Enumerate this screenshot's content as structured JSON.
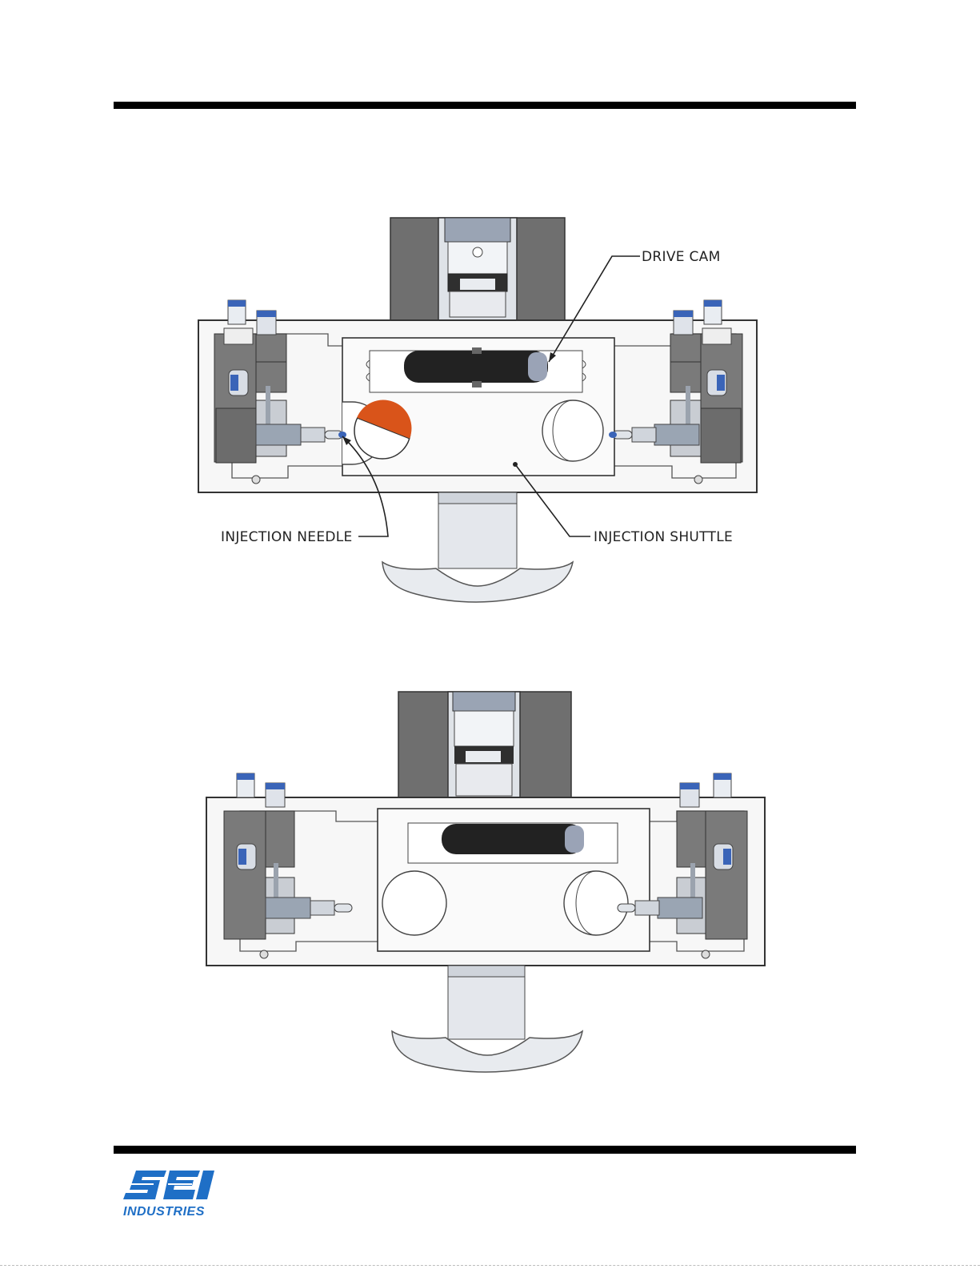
{
  "figure_top": {
    "labels": {
      "drive_cam": "DRIVE CAM",
      "injection_needle": "INJECTION NEEDLE",
      "injection_shuttle": "INJECTION SHUTTLE"
    }
  },
  "logo": {
    "main": "SEI",
    "sub": "INDUSTRIES",
    "color": "#1f6fc6"
  },
  "colors": {
    "ball_orange": "#d9541a",
    "block_gray": "#7a7a7a",
    "cam_black": "#1c1c1c"
  }
}
